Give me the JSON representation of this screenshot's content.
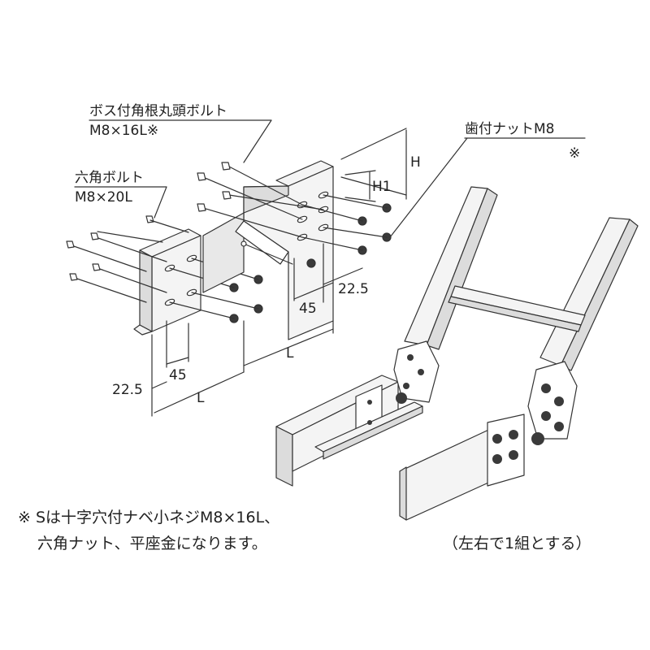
{
  "callouts": {
    "boss_bolt_name": "ボス付角根丸頭ボルト",
    "boss_bolt_spec": "M8×16L※",
    "hex_bolt_name": "六角ボルト",
    "hex_bolt_spec": "M8×20L",
    "nut_name": "歯付ナットM8",
    "nut_mark": "※"
  },
  "dimensions": {
    "H": "H",
    "H1": "H1",
    "right_22_5": "22.5",
    "right_45": "45",
    "right_L": "L",
    "left_22_5": "22.5",
    "left_45": "45",
    "left_L": "L"
  },
  "notes": {
    "line1": "※ Sは十字穴付ナベ小ネジM8×16L、",
    "line2": "六角ナット、平座金になります。",
    "pair": "（左右で1組とする）"
  },
  "colors": {
    "line": "#333333",
    "part_fill": "#f4f4f4",
    "shade": "#d8d8d8",
    "dark": "#3a3a3a"
  }
}
